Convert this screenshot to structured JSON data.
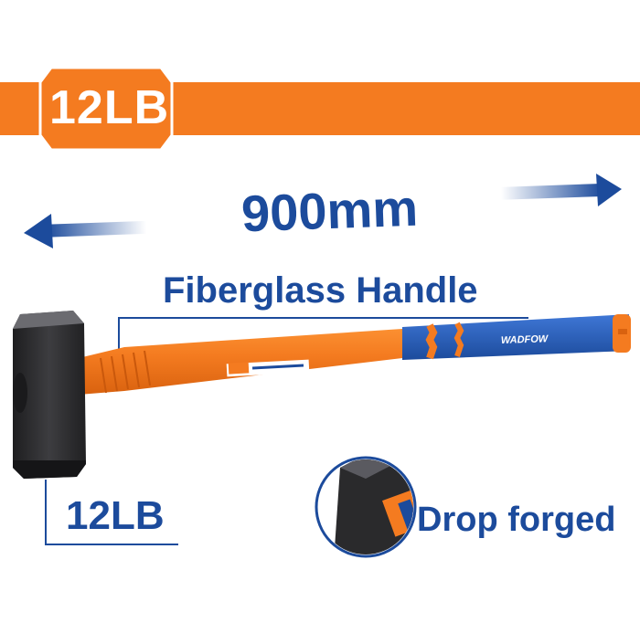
{
  "banner": {
    "weight_label": "12LB"
  },
  "dimension": {
    "length_label": "900mm"
  },
  "callouts": {
    "handle_label": "Fiberglass Handle",
    "weight_label": "12LB",
    "feature_label": "Drop forged"
  },
  "product": {
    "brand_mark": "WADFOW"
  },
  "colors": {
    "accent_orange": "#f47b20",
    "brand_blue": "#1c4b9c",
    "head_dark": "#2e2e30"
  }
}
